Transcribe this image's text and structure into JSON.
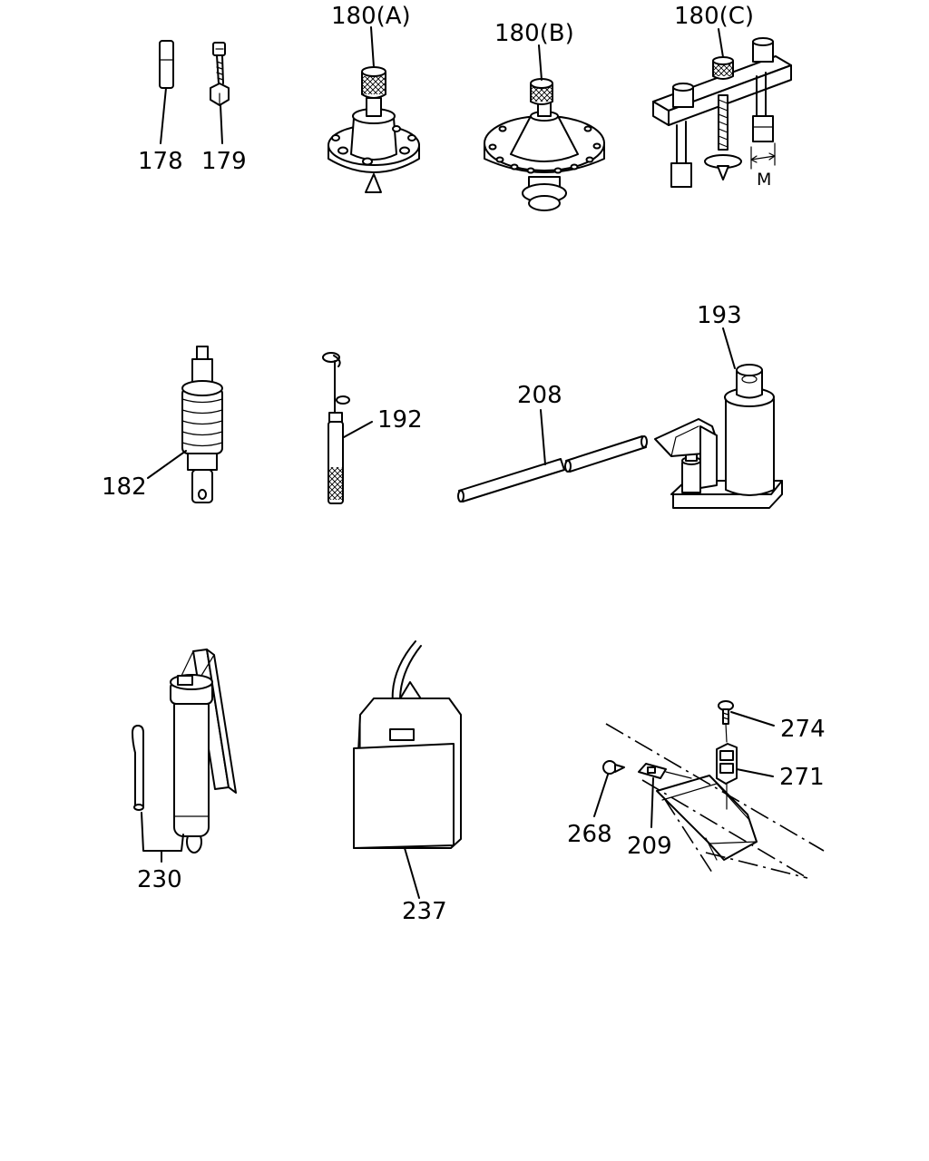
{
  "callouts": {
    "p178": "178",
    "p179": "179",
    "p180a": "180(A)",
    "p180b": "180(B)",
    "p180c": "180(C)",
    "dim_m": "M",
    "p182": "182",
    "p192": "192",
    "p193": "193",
    "p208": "208",
    "p230": "230",
    "p237": "237",
    "p274": "274",
    "p271": "271",
    "p268": "268",
    "p209": "209"
  }
}
